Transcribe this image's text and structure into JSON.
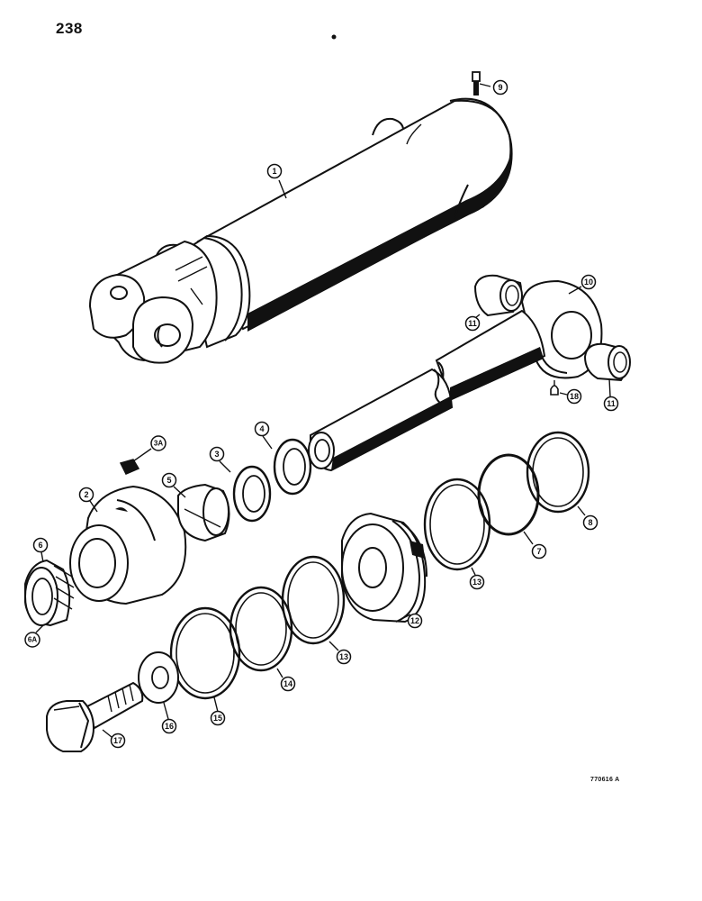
{
  "page_number": "238",
  "figure_code": "770616 A",
  "callouts": [
    {
      "id": "1",
      "label": "1"
    },
    {
      "id": "2",
      "label": "2"
    },
    {
      "id": "3",
      "label": "3"
    },
    {
      "id": "3A",
      "label": "3A"
    },
    {
      "id": "4",
      "label": "4"
    },
    {
      "id": "5",
      "label": "5"
    },
    {
      "id": "6",
      "label": "6"
    },
    {
      "id": "6A",
      "label": "6A"
    },
    {
      "id": "7",
      "label": "7"
    },
    {
      "id": "8",
      "label": "8"
    },
    {
      "id": "9",
      "label": "9"
    },
    {
      "id": "10",
      "label": "10"
    },
    {
      "id": "11a",
      "label": "11"
    },
    {
      "id": "11b",
      "label": "11"
    },
    {
      "id": "12",
      "label": "12"
    },
    {
      "id": "13a",
      "label": "13"
    },
    {
      "id": "13b",
      "label": "13"
    },
    {
      "id": "14",
      "label": "14"
    },
    {
      "id": "15",
      "label": "15"
    },
    {
      "id": "16",
      "label": "16"
    },
    {
      "id": "17",
      "label": "17"
    },
    {
      "id": "18",
      "label": "18"
    }
  ]
}
